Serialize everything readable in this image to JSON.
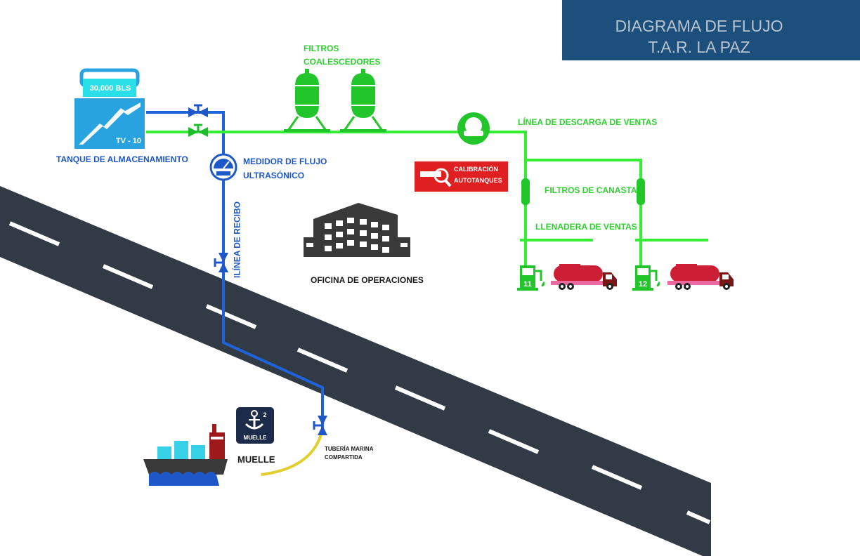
{
  "header": {
    "title": "DIAGRAMA DE FLUJO",
    "subtitle": "T.A.R. LA PAZ"
  },
  "tank": {
    "capacity": "30,000 BLS",
    "id": "TV - 10",
    "label": "TANQUE DE ALMACENAMIENTO"
  },
  "filters": {
    "label_line1": "FILTROS",
    "label_line2": "COALESCEDORES"
  },
  "meter": {
    "label_line1": "MEDIDOR DE FLUJO",
    "label_line2": "ULTRASÓNICO"
  },
  "discharge_line": "LÍNEA DE DESCARGA DE VENTAS",
  "calibration": {
    "line1": "CALIBRACIÓN",
    "line2": "AUTOTANQUES"
  },
  "basket_filters": "FILTROS DE CANASTA",
  "filling": "LLENADERA DE VENTAS",
  "office": "OFICINA DE OPERACIONES",
  "receiving_line": "ILÍNEA DE RECIBO",
  "dock": {
    "label": "MUELLE",
    "badge_text": "MUELLE",
    "badge_number": "2"
  },
  "marine_pipe": {
    "line1": "TUBERÍA MARINA",
    "line2": "COMPARTIDA"
  },
  "pumps": [
    "11",
    "12"
  ],
  "colors": {
    "green_line": "#33ee33",
    "blue_line": "#1e64d8",
    "road": "#323a45",
    "header_bg": "#1c4f7c",
    "tank": "#29a3df",
    "truck": "#cc1f36",
    "red_badge": "#e02020",
    "marine_pipe": "#e2cf2d"
  }
}
